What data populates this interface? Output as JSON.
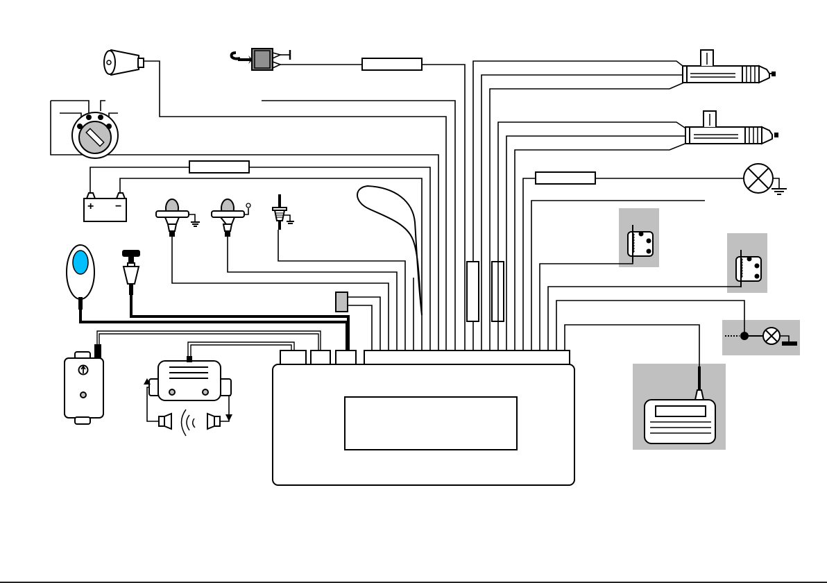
{
  "diagram": {
    "title": "",
    "type": "car-alarm-wiring-schematic",
    "components": [
      {
        "id": "siren",
        "icon": "siren-horn-icon"
      },
      {
        "id": "shock-sensor",
        "icon": "shock-sensor-icon"
      },
      {
        "id": "ignition-switch",
        "icon": "ignition-key-switch-icon"
      },
      {
        "id": "battery",
        "icon": "battery-icon",
        "terminals": [
          "+",
          "−"
        ]
      },
      {
        "id": "door-pin-switch-1",
        "icon": "door-pin-switch-icon"
      },
      {
        "id": "door-pin-switch-2",
        "icon": "door-pin-switch-icon"
      },
      {
        "id": "hood-pin-switch",
        "icon": "hood-pin-switch-icon"
      },
      {
        "id": "led-indicator",
        "icon": "led-indicator-icon"
      },
      {
        "id": "override-button",
        "icon": "push-button-icon"
      },
      {
        "id": "remote-receiver",
        "icon": "remote-receiver-icon"
      },
      {
        "id": "ultrasonic-module",
        "icon": "ultrasonic-sensor-icon"
      },
      {
        "id": "control-unit",
        "icon": "control-module-icon"
      },
      {
        "id": "door-lock-actuator-1",
        "icon": "central-lock-actuator-icon"
      },
      {
        "id": "door-lock-actuator-2",
        "icon": "central-lock-actuator-icon"
      },
      {
        "id": "lamp",
        "icon": "lamp-icon"
      },
      {
        "id": "relay-1",
        "icon": "relay-icon"
      },
      {
        "id": "relay-2",
        "icon": "relay-icon"
      },
      {
        "id": "parking-light-circuit",
        "icon": "lamp-icon"
      },
      {
        "id": "transmitter",
        "icon": "remote-transmitter-icon"
      }
    ],
    "fuses": 5,
    "battery_plus": "+",
    "battery_minus": "−"
  },
  "colors": {
    "line": "#000000",
    "panel_grey": "#c0c0c0",
    "led_blue": "#00bfff",
    "relay_grey": "#808080",
    "background": "#ffffff"
  }
}
